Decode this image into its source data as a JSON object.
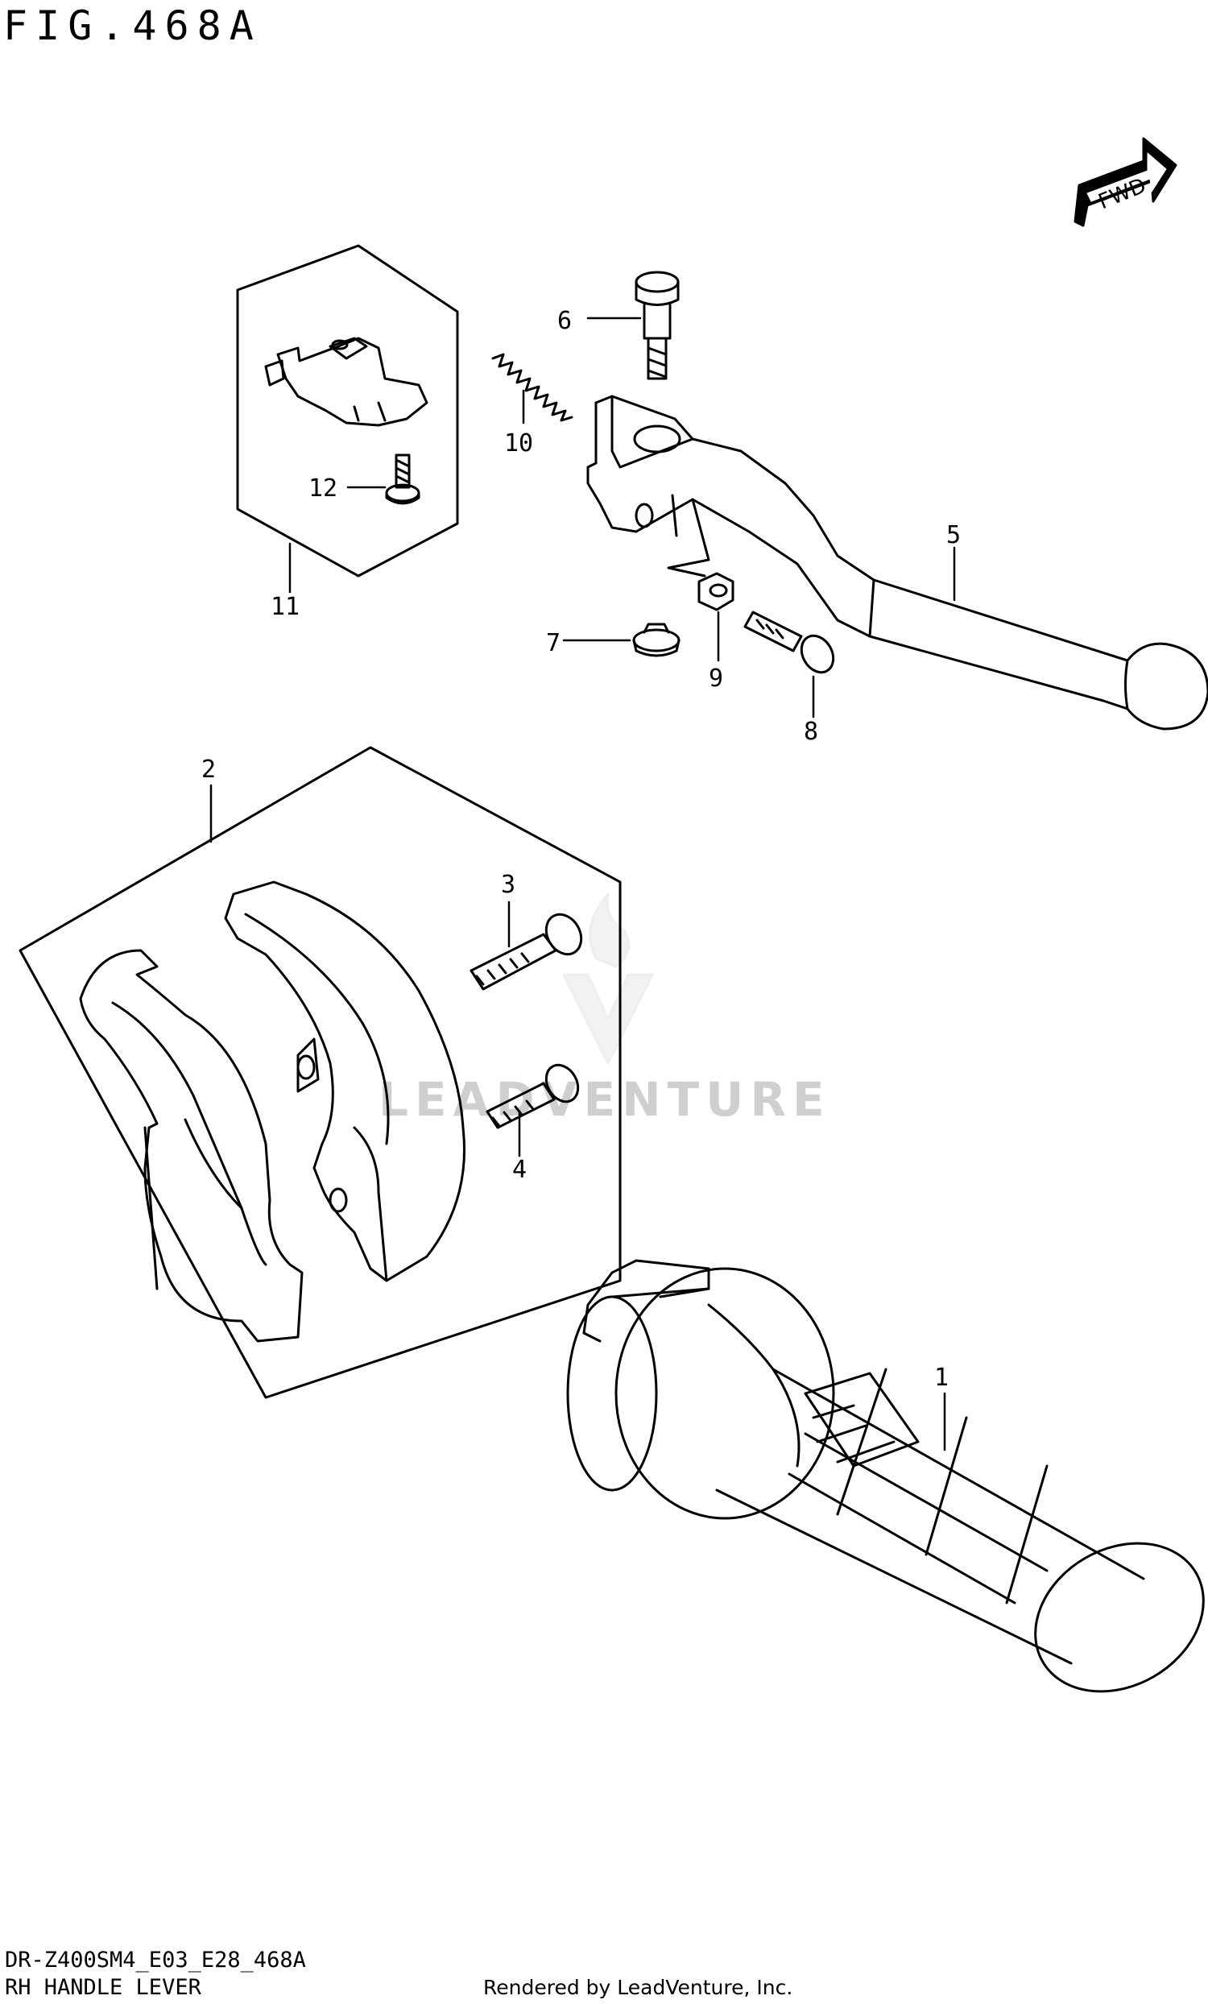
{
  "header": {
    "figure_title": "FIG.468A"
  },
  "footer": {
    "model_code": "DR-Z400SM4_E03_E28_468A",
    "section_name": "RH HANDLE LEVER",
    "credit": "Rendered by LeadVenture, Inc."
  },
  "orientation": {
    "label": "FWD"
  },
  "watermark": {
    "text": "LEADVENTURE"
  },
  "callouts": [
    "1",
    "2",
    "3",
    "4",
    "5",
    "6",
    "7",
    "8",
    "9",
    "10",
    "11",
    "12"
  ]
}
